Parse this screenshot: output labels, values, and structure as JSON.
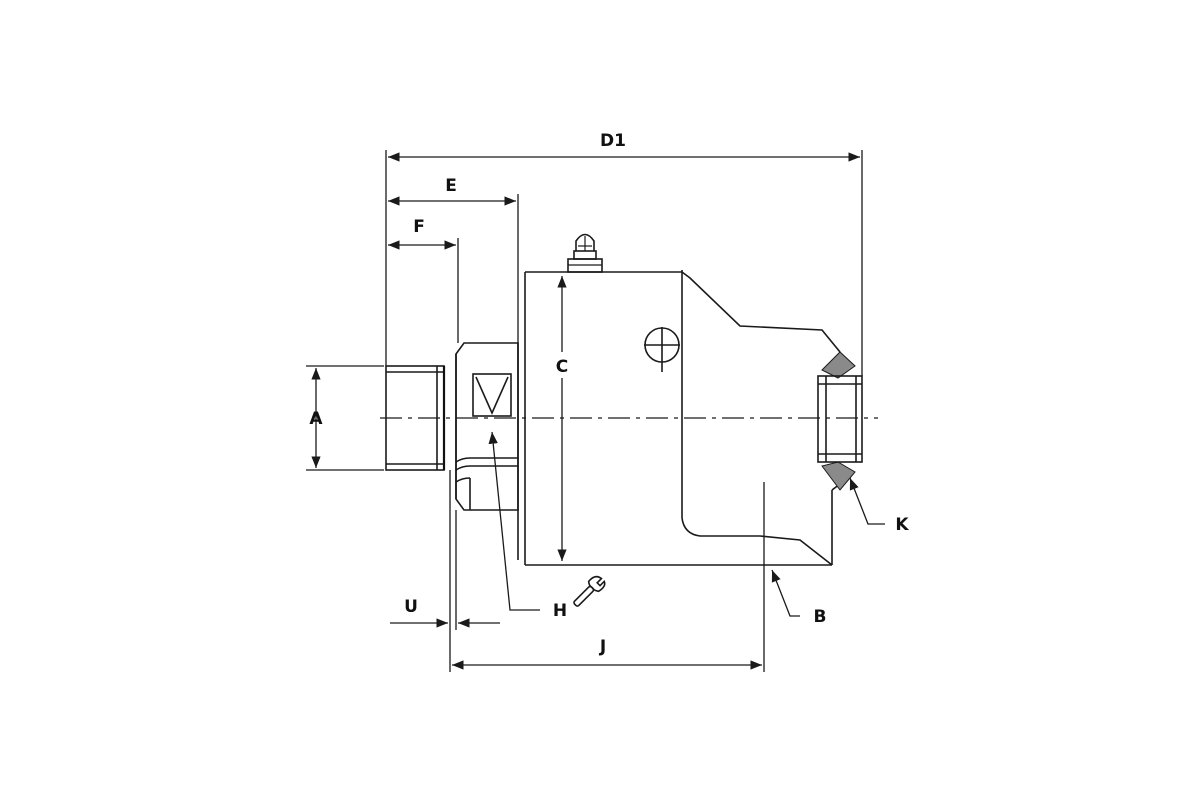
{
  "drawing": {
    "labels": {
      "D1": "D1",
      "E": "E",
      "F": "F",
      "A": "A",
      "C": "C",
      "U": "U",
      "H": "H",
      "J": "J",
      "B": "B",
      "K": "K"
    }
  },
  "colors": {
    "line": "#1a1a1a",
    "hatch": "#8a8a8a",
    "background": "#ffffff"
  },
  "icons": {
    "wrench": "wrench-icon",
    "grease_fitting": "grease-nipple-icon",
    "port": "crosshair-port-icon"
  }
}
